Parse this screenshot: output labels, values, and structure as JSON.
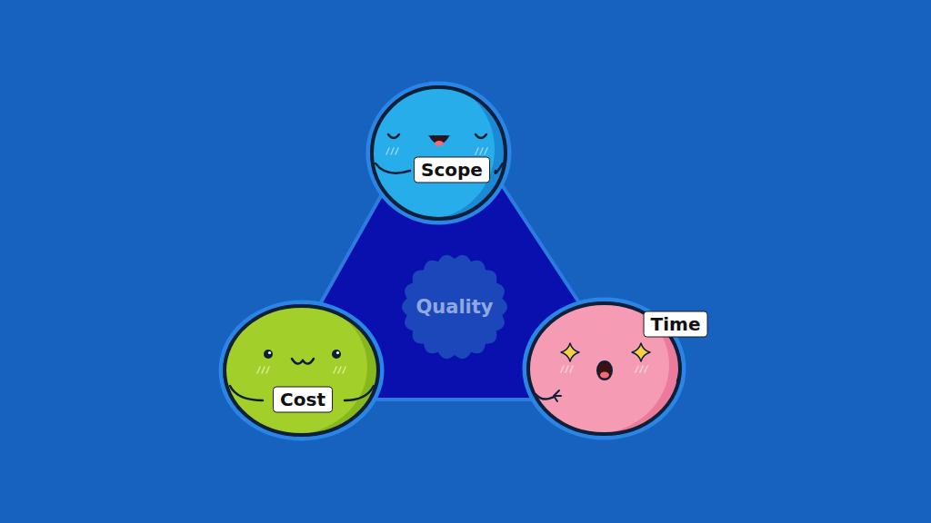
{
  "diagram": {
    "nodes": [
      {
        "text": [
          "Scope"
        ]
      },
      {
        "text": [
          "Quality"
        ]
      },
      {
        "text": [
          "Cost"
        ]
      },
      {
        "text": [
          "Time"
        ]
      }
    ]
  }
}
